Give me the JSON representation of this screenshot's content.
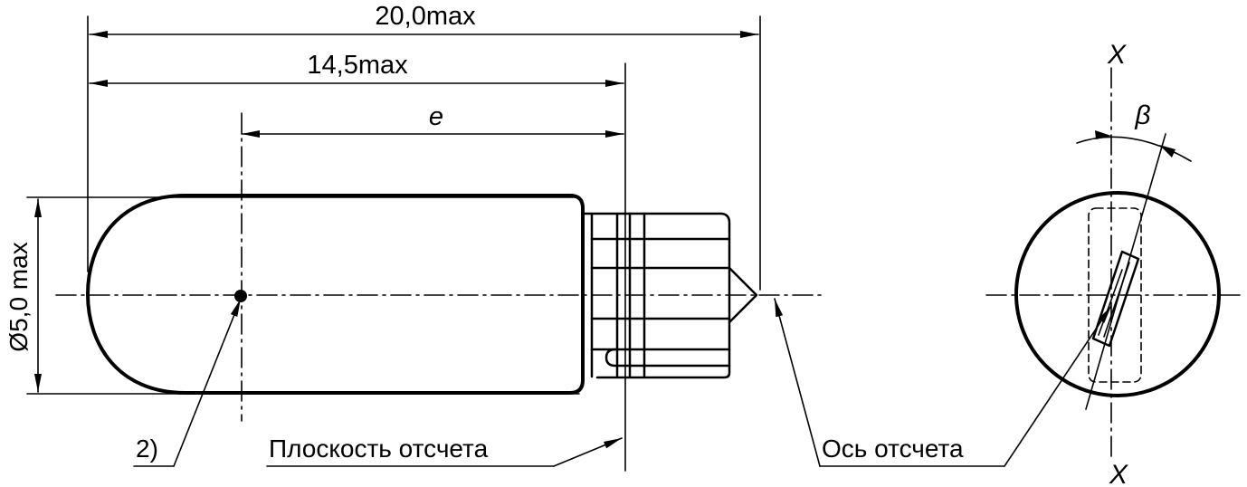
{
  "dimensions": {
    "overall_length": "20,0max",
    "to_reference_plane": "14,5max",
    "light_centre_distance": "e",
    "diameter": "Ø5,0 max"
  },
  "labels": {
    "note_ref": "2)",
    "reference_plane": "Плоскость отсчета",
    "reference_axis": "Ось отсчета",
    "axis_top": "X",
    "axis_bottom": "X",
    "angle": "β"
  }
}
